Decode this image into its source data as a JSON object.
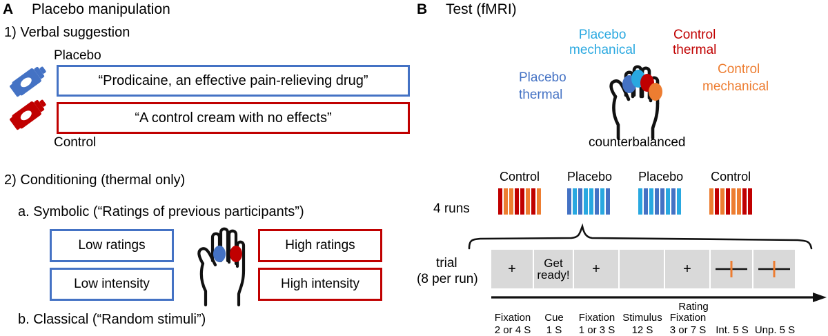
{
  "panelA": {
    "letter": "A",
    "title": "Placebo manipulation",
    "step1": {
      "heading": "1) Verbal suggestion",
      "placebo_label": "Placebo",
      "placebo_quote": "“Prodicaine, an effective pain-relieving drug”",
      "control_quote": "“A control cream with no effects”",
      "control_label": "Control",
      "placebo_color": "#4472c4",
      "control_color": "#c00000",
      "placebo_tube_icon": "cream-tube-icon",
      "control_tube_icon": "cream-tube-icon"
    },
    "step2": {
      "heading": "2) Conditioning (thermal only)",
      "a_heading": "a. Symbolic (“Ratings of previous participants”)",
      "left_boxes": [
        "Low ratings",
        "Low intensity"
      ],
      "right_boxes": [
        "High ratings",
        "High intensity"
      ],
      "hand_icon": "hand-icon",
      "hand_dots": [
        {
          "name": "placebo-dot",
          "color": "#4472c4"
        },
        {
          "name": "control-dot",
          "color": "#c00000"
        }
      ],
      "b_heading": "b. Classical (“Random stimuli”)"
    }
  },
  "panelB": {
    "letter": "B",
    "title": "Test (fMRI)",
    "hand": {
      "icon": "hand-icon",
      "caption": "counterbalanced",
      "labels": [
        {
          "name": "placebo-mechanical",
          "line1": "Placebo",
          "line2": "mechanical",
          "color": "#29a8e0"
        },
        {
          "name": "control-thermal",
          "line1": "Control",
          "line2": "thermal",
          "color": "#c00000"
        },
        {
          "name": "placebo-thermal",
          "line1": "Placebo",
          "line2": "thermal",
          "color": "#4472c4"
        },
        {
          "name": "control-mechanical",
          "line1": "Control",
          "line2": "mechanical",
          "color": "#ed7d31"
        }
      ],
      "finger_dots": [
        {
          "name": "placebo-thermal-dot",
          "color": "#4472c4"
        },
        {
          "name": "placebo-mechanical-dot",
          "color": "#29a8e0"
        },
        {
          "name": "control-thermal-dot",
          "color": "#c00000"
        },
        {
          "name": "control-mechanical-dot",
          "color": "#ed7d31"
        }
      ]
    },
    "runs": {
      "row_label": "4 runs",
      "items": [
        {
          "name": "run-control-1",
          "label": "Control",
          "colors": [
            "#c00000",
            "#ed7d31",
            "#ed7d31",
            "#c00000",
            "#c00000",
            "#ed7d31",
            "#c00000",
            "#ed7d31"
          ]
        },
        {
          "name": "run-placebo-1",
          "label": "Placebo",
          "colors": [
            "#4472c4",
            "#29a8e0",
            "#4472c4",
            "#29a8e0",
            "#29a8e0",
            "#4472c4",
            "#29a8e0",
            "#4472c4"
          ]
        },
        {
          "name": "run-placebo-2",
          "label": "Placebo",
          "colors": [
            "#29a8e0",
            "#4472c4",
            "#29a8e0",
            "#4472c4",
            "#4472c4",
            "#29a8e0",
            "#4472c4",
            "#29a8e0"
          ]
        },
        {
          "name": "run-control-2",
          "label": "Control",
          "colors": [
            "#ed7d31",
            "#c00000",
            "#ed7d31",
            "#c00000",
            "#ed7d31",
            "#ed7d31",
            "#c00000",
            "#c00000"
          ]
        }
      ]
    },
    "trial": {
      "row_label_line1": "trial",
      "row_label_line2": "(8 per run)",
      "cells": [
        {
          "name": "fixation-1-cell",
          "content": "+",
          "type": "plus",
          "width": 62,
          "caption_line1": "Fixation",
          "caption_line2": "2 or 4 S"
        },
        {
          "name": "cue-cell",
          "content": "Get ready!",
          "type": "text",
          "width": 58,
          "caption_line1": "Cue",
          "caption_line2": "1 S"
        },
        {
          "name": "fixation-2-cell",
          "content": "+",
          "type": "plus",
          "width": 66,
          "caption_line1": "Fixation",
          "caption_line2": "1 or 3 S"
        },
        {
          "name": "stimulus-cell",
          "content": "",
          "type": "blank",
          "width": 66,
          "caption_line1": "Stimulus",
          "caption_line2": "12 S"
        },
        {
          "name": "fixation-3-cell",
          "content": "+",
          "type": "plus",
          "width": 66,
          "caption_line1": "Fixation",
          "caption_line2": "3 or 7 S"
        },
        {
          "name": "rating-intensity-cell",
          "content": "",
          "type": "scale",
          "width": 62,
          "caption_line1": "",
          "caption_line2": "Int. 5 S"
        },
        {
          "name": "rating-unpleasant-cell",
          "content": "",
          "type": "scale",
          "width": 62,
          "caption_line1": "",
          "caption_line2": "Unp. 5 S"
        }
      ],
      "rating_group_caption": "Rating",
      "scale_marker_color": "#ed7d31"
    }
  }
}
